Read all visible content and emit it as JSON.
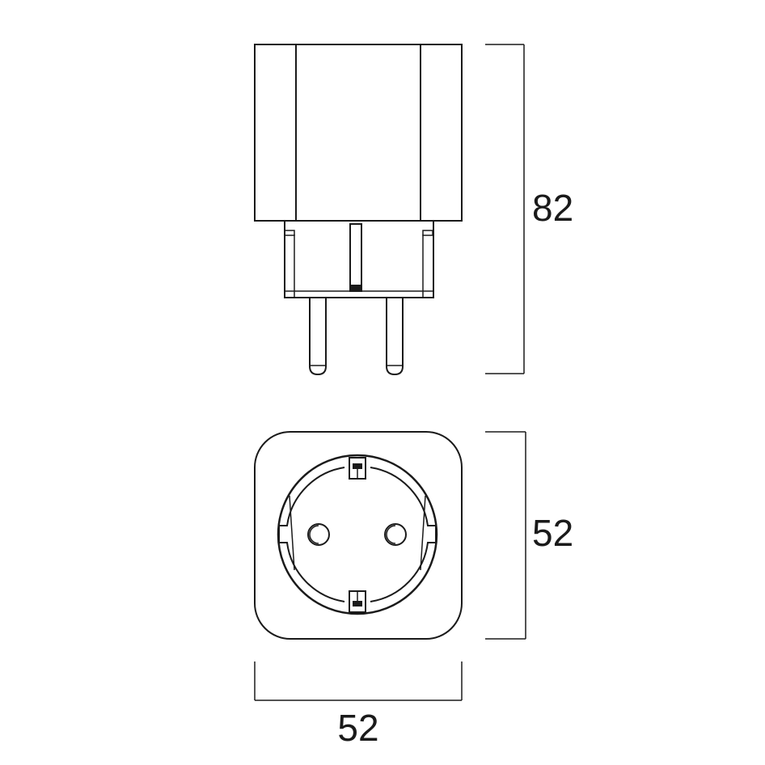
{
  "dimensions": {
    "side_height": "82",
    "front_height": "52",
    "front_width": "52"
  },
  "colors": {
    "line": "#1a1a1a",
    "background": "#ffffff"
  }
}
